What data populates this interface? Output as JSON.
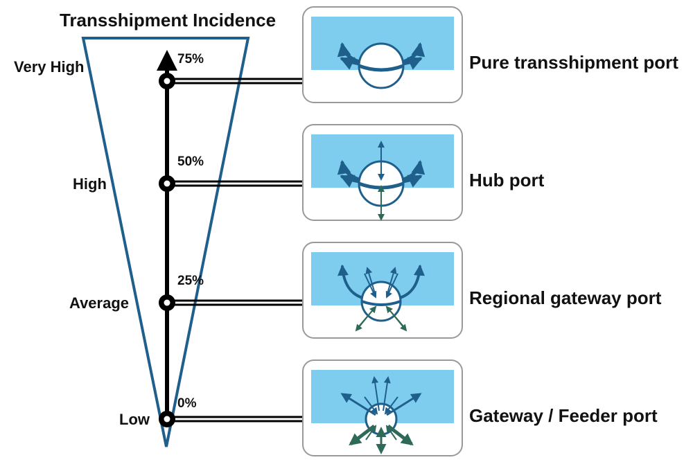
{
  "title": "Transshipment Incidence",
  "colors": {
    "water": "#7ecdee",
    "funnel": "#1f5f8b",
    "sea_arrow": "#1f5f8b",
    "land_arrow": "#2e6a57",
    "axis": "#000000",
    "panel_border": "#999999"
  },
  "levels": [
    {
      "level": "Very High",
      "percent": "75%",
      "port": "Pure transshipment port",
      "icons": [
        "sea-route-arrows-icon"
      ]
    },
    {
      "level": "High",
      "percent": "50%",
      "port": "Hub port",
      "icons": [
        "sea-route-arrows-icon",
        "inbound-outbound-arrow-icon"
      ]
    },
    {
      "level": "Average",
      "percent": "25%",
      "port": "Regional gateway port",
      "icons": [
        "sea-route-arrows-icon",
        "sea-radial-arrows-icon",
        "hinterland-arrows-icon"
      ]
    },
    {
      "level": "Low",
      "percent": "0%",
      "port": "Gateway / Feeder port",
      "icons": [
        "sea-radial-arrows-icon",
        "hinterland-arrows-icon"
      ]
    }
  ]
}
